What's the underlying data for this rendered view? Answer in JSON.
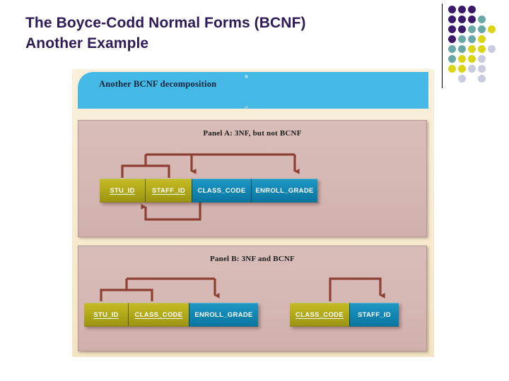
{
  "slide": {
    "title": "The Boyce-Codd Normal Forms (BCNF)\nAnother Example",
    "title_color": "#2e1a56"
  },
  "decoration": {
    "name": "dot-grid",
    "colors": {
      "purple": "#3b1a6b",
      "teal": "#6aa8a8",
      "yellow": "#dbd417",
      "lavender": "#cbcbe0"
    },
    "rows": [
      [
        "purple",
        "purple",
        "purple",
        null,
        null,
        null
      ],
      [
        "purple",
        "purple",
        "purple",
        "teal",
        null,
        null
      ],
      [
        "purple",
        "purple",
        "teal",
        "teal",
        "yellow",
        null
      ],
      [
        "purple",
        "teal",
        "teal",
        "yellow",
        null,
        null
      ],
      [
        "teal",
        "teal",
        "yellow",
        "yellow",
        "lavender",
        null
      ],
      [
        "teal",
        "yellow",
        "yellow",
        "lavender",
        null,
        null
      ],
      [
        "yellow",
        "yellow",
        "lavender",
        "lavender",
        null,
        null
      ],
      [
        null,
        "lavender",
        null,
        "lavender",
        null,
        null
      ]
    ]
  },
  "figure": {
    "header_title": "Another BCNF decomposition",
    "header_color": "#45b9e6",
    "background_color": "#f6e9cd",
    "panel_color": "#d5b7b3",
    "key_color": "#b3ab1a",
    "nonkey_color": "#1387b4",
    "arrow_color": "#8e4034",
    "panels": [
      {
        "id": "panel-a",
        "title": "Panel A: 3NF, but not BCNF",
        "relations": [
          {
            "id": "relation-a1",
            "attributes": [
              {
                "label": "STU_ID",
                "role": "key",
                "underlined": true
              },
              {
                "label": "STAFF_ID",
                "role": "key",
                "underlined": true
              },
              {
                "label": "CLASS_CODE",
                "role": "nonkey",
                "underlined": false
              },
              {
                "label": "ENROLL_GRADE",
                "role": "nonkey",
                "underlined": false
              }
            ]
          }
        ],
        "dependencies": [
          {
            "from": "STU_ID, STAFF_ID",
            "to": "CLASS_CODE"
          },
          {
            "from": "STU_ID, STAFF_ID",
            "to": "ENROLL_GRADE"
          },
          {
            "from": "CLASS_CODE",
            "to": "STAFF_ID"
          }
        ]
      },
      {
        "id": "panel-b",
        "title": "Panel B: 3NF and BCNF",
        "relations": [
          {
            "id": "relation-b1",
            "attributes": [
              {
                "label": "STU_ID",
                "role": "key",
                "underlined": true
              },
              {
                "label": "CLASS_CODE",
                "role": "key",
                "underlined": true
              },
              {
                "label": "ENROLL_GRADE",
                "role": "nonkey",
                "underlined": false
              }
            ]
          },
          {
            "id": "relation-b2",
            "attributes": [
              {
                "label": "CLASS_CODE",
                "role": "key",
                "underlined": true
              },
              {
                "label": "STAFF_ID",
                "role": "nonkey",
                "underlined": false
              }
            ]
          }
        ],
        "dependencies": [
          {
            "from": "STU_ID, CLASS_CODE",
            "to": "ENROLL_GRADE"
          },
          {
            "from": "CLASS_CODE",
            "to": "STAFF_ID"
          }
        ]
      }
    ]
  }
}
